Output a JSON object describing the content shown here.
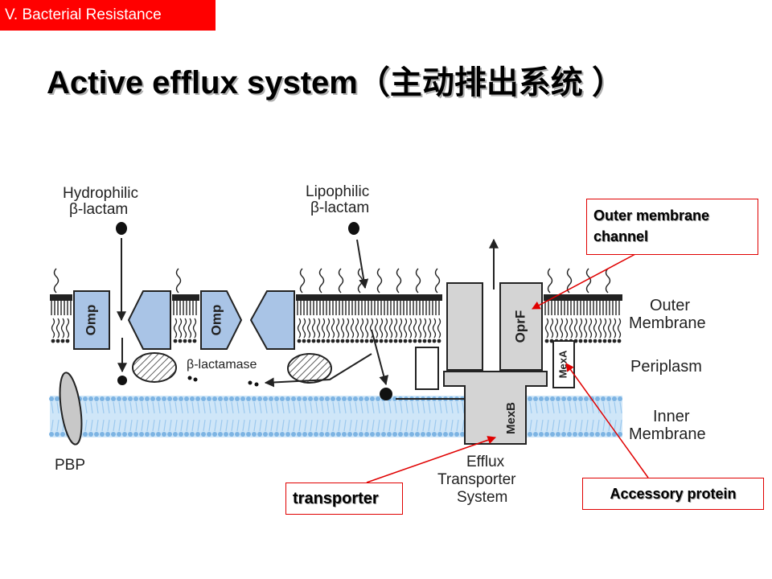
{
  "header": {
    "section_tag": "V. Bacterial Resistance",
    "title": "Active efflux system（主动排出系统 ）"
  },
  "callouts": {
    "outer_membrane_channel": "Outer membrane channel",
    "transporter": "transporter",
    "accessory_protein": "Accessory protein"
  },
  "diagram": {
    "hydrophilic_label_1": "Hydrophilic",
    "hydrophilic_label_2": "β-lactam",
    "lipophilic_label_1": "Lipophilic",
    "lipophilic_label_2": "β-lactam",
    "omp_label": "Omp",
    "oprf_label": "OprF",
    "mexa_label": "MexA",
    "mexb_label": "MexB",
    "beta_lactamase_label": "β-lactamase",
    "pbp_label": "PBP",
    "outer_membrane_label_1": "Outer",
    "outer_membrane_label_2": "Membrane",
    "periplasm_label": "Periplasm",
    "inner_membrane_label_1": "Inner",
    "inner_membrane_label_2": "Membrane",
    "efflux_label_1": "Efflux",
    "efflux_label_2": "Transporter",
    "efflux_label_3": "System"
  },
  "colors": {
    "tag_bg": "#ff0000",
    "callout_border": "#e00000",
    "pointer": "#e00000",
    "omp_fill": "#a9c4e6",
    "inner_membrane": "#9cc9ee",
    "transporter_fill": "#d4d4d4"
  }
}
